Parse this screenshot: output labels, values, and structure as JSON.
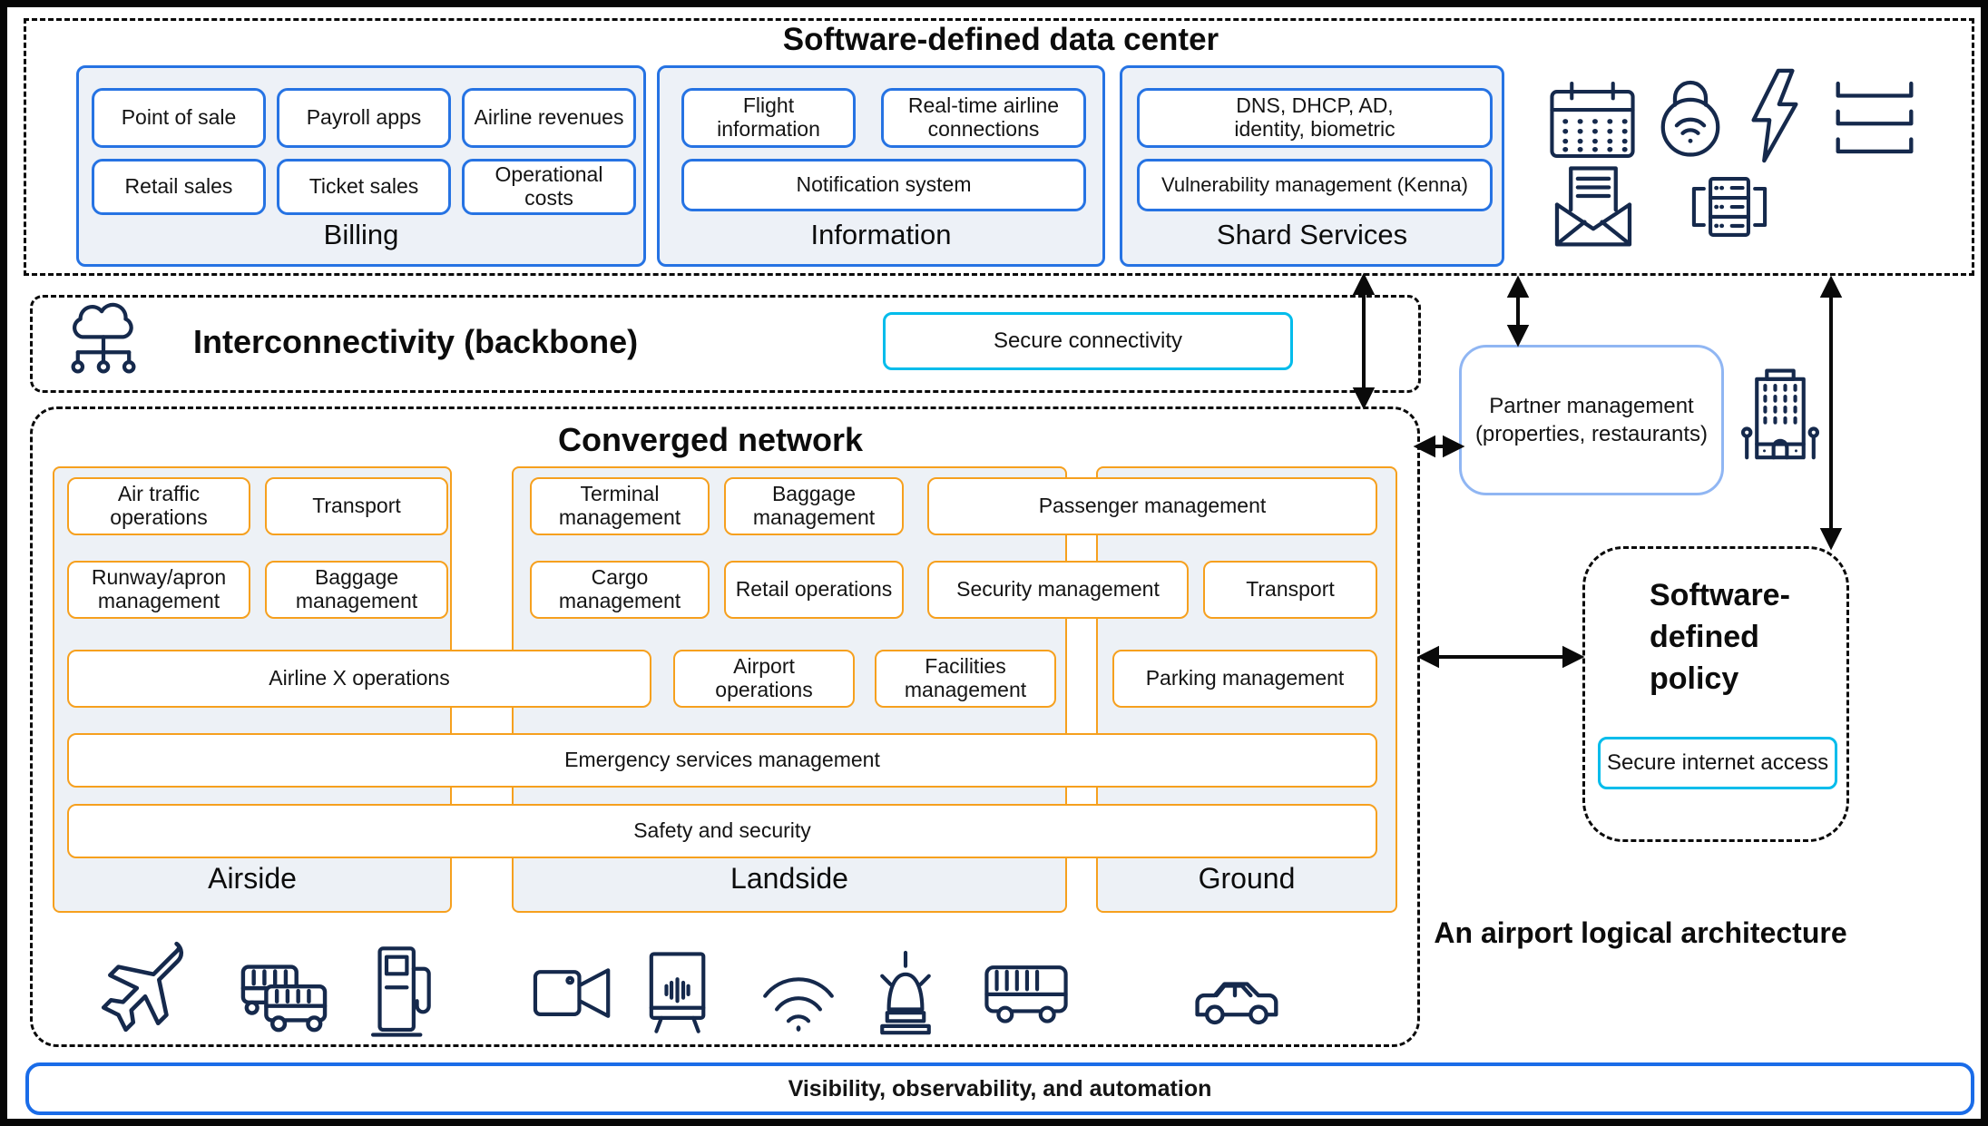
{
  "colors": {
    "accent_blue": "#2673e3",
    "accent_orange": "#f6a01e",
    "accent_cyan": "#00bceb",
    "icon_navy": "#15294c",
    "section_bg": "#edf1f7",
    "partner_border": "#90b6f3",
    "footer_border": "#1a6ce8",
    "line_black": "#0a0a0a"
  },
  "dc": {
    "title": "Software-defined data center",
    "billing": {
      "label": "Billing",
      "items": [
        "Point of sale",
        "Payroll apps",
        "Airline revenues",
        "Retail sales",
        "Ticket sales",
        "Operational costs"
      ]
    },
    "information": {
      "label": "Information",
      "items": [
        "Flight information",
        "Real-time airline connections",
        "Notification system"
      ]
    },
    "shard": {
      "label": "Shard Services",
      "item1_line1": "DNS, DHCP, AD,",
      "item1_line2": "identity, biometric",
      "item2": "Vulnerability management (Kenna)"
    }
  },
  "interconnect": {
    "title": "Interconnectivity (backbone)",
    "secure": "Secure connectivity"
  },
  "converged": {
    "title": "Converged network",
    "air_traffic": "Air traffic operations",
    "transport_air": "Transport",
    "runway": "Runway/apron management",
    "baggage_air": "Baggage management",
    "terminal": "Terminal management",
    "baggage_land": "Baggage management",
    "passenger": "Passenger management",
    "cargo": "Cargo management",
    "retail": "Retail operations",
    "security": "Security management",
    "transport_ground": "Transport",
    "airline_x": "Airline X operations",
    "airport_ops": "Airport operations",
    "facilities": "Facilities management",
    "parking": "Parking management",
    "emergency": "Emergency services management",
    "safety": "Safety and security",
    "airside_label": "Airside",
    "landside_label": "Landside",
    "ground_label": "Ground"
  },
  "partner": {
    "line1": "Partner management",
    "line2": "(properties, restaurants)"
  },
  "policy": {
    "title": "Software-defined policy",
    "secure": "Secure internet access"
  },
  "caption": "An airport logical architecture",
  "footer": "Visibility, observability, and automation",
  "icons": {
    "data_center": [
      "calendar-icon",
      "secure-wireless-icon",
      "power-icon",
      "layers-icon",
      "email-icon",
      "server-rack-icon"
    ],
    "interconnect": "cloud-network-icon",
    "partner": "hotel-building-icon",
    "converged_bottom": [
      "airplane-icon",
      "shuttle-buses-icon",
      "fuel-pump-icon",
      "video-camera-icon",
      "kiosk-icon",
      "wifi-icon",
      "siren-icon",
      "bus-icon",
      "car-icon"
    ]
  }
}
